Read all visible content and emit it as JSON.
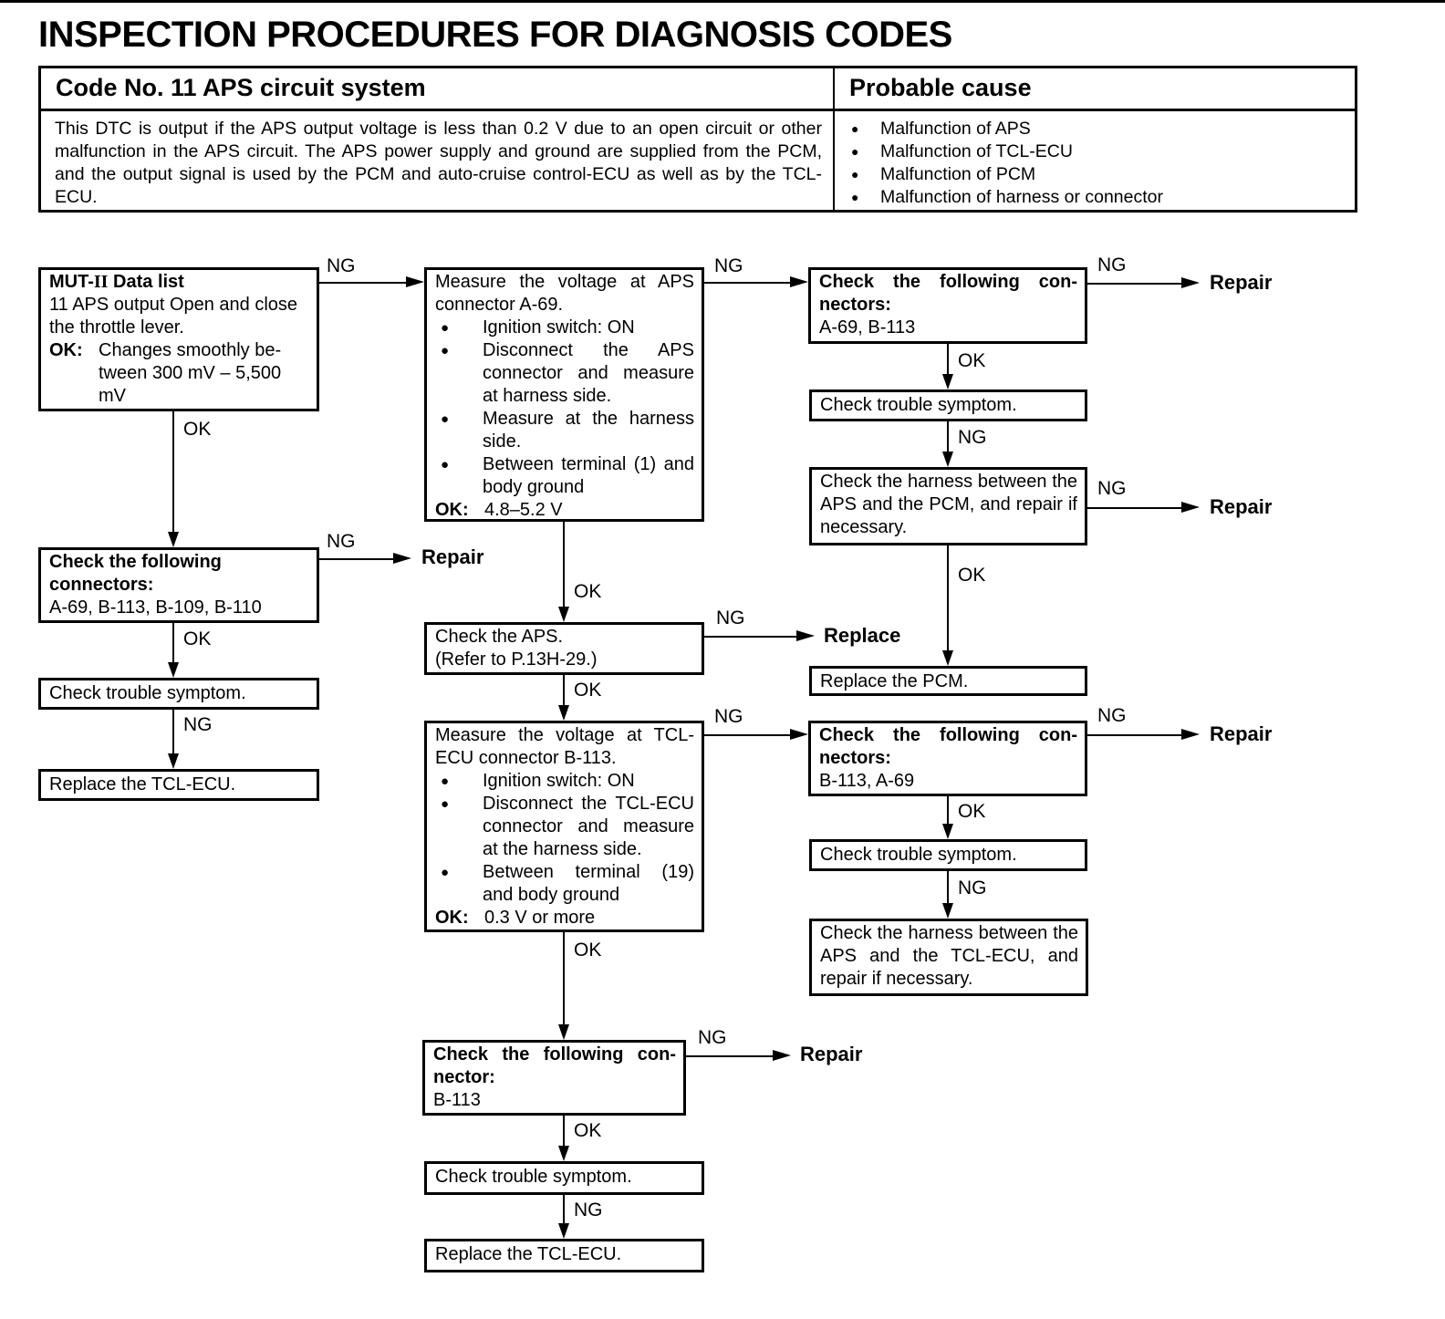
{
  "title": "INSPECTION PROCEDURES FOR DIAGNOSIS CODES",
  "dtc_table": {
    "code_header": "Code No. 11 APS circuit system",
    "cause_header": "Probable cause",
    "description": "This DTC is output if the APS output voltage is less than 0.2 V due to an open circuit or other malfunction in the APS circuit. The APS power supply and ground are supplied from the PCM, and the output signal is used by the PCM and auto-cruise control-ECU as well as by the TCL-ECU.",
    "causes": [
      "Malfunction of APS",
      "Malfunction of TCL-ECU",
      "Malfunction of PCM",
      "Malfunction of harness or connector"
    ]
  },
  "flow": {
    "labels": {
      "ng": "NG",
      "ok": "OK",
      "repair": "Repair",
      "replace": "Replace",
      "bullet": "●"
    },
    "shared": {
      "symptom": "Check trouble symptom.",
      "replace_tcl": "Replace the TCL-ECU."
    },
    "mut2": {
      "title_pre": "MUT-",
      "title_roman": "II",
      "title_post": "Data list",
      "body": "11 APS output Open and close the throttle lever.",
      "ok_label": "OK:",
      "ok_text": "Changes smoothly be-\ntween 300 mV – 5,500\nmV"
    },
    "measure_aps": {
      "intro": "Measure the voltage at APS connector A-69.",
      "bullets": [
        "Ignition switch: ON",
        "Disconnect the APS connector and measure at harness side.",
        "Measure at the harness side.",
        "Between terminal (1) and body ground"
      ],
      "ok_label": "OK:",
      "ok_value": "4.8–5.2 V"
    },
    "conn_left": {
      "title": "Check the following\nconnectors:",
      "items": "A-69, B-113, B-109, B-110"
    },
    "check_aps": {
      "line1": "Check the APS.",
      "line2": "(Refer to P.13H-29.)"
    },
    "measure_tcl": {
      "intro": "Measure the voltage at TCL-ECU connector B-113.",
      "bullets": [
        "Ignition switch: ON",
        "Disconnect the TCL-ECU connector and measure at the harness side.",
        "Between terminal (19) and body ground"
      ],
      "ok_label": "OK:",
      "ok_value": "0.3 V or more"
    },
    "conn_b113": {
      "title1": "Check the following con-",
      "title2": "nector:",
      "items": "B-113"
    },
    "conn_a69_b113": {
      "title1": "Check the following con-",
      "title2": "nectors:",
      "items": "A-69, B-113"
    },
    "conn_b113_a69": {
      "title1": "Check the following con-",
      "title2": "nectors:",
      "items": "B-113, A-69"
    },
    "harness_pcm": "Check the harness between the APS and the PCM, and repair if necessary.",
    "harness_tcl": "Check the harness between the APS and the TCL-ECU, and repair if necessary.",
    "replace_pcm": "Replace the PCM."
  }
}
